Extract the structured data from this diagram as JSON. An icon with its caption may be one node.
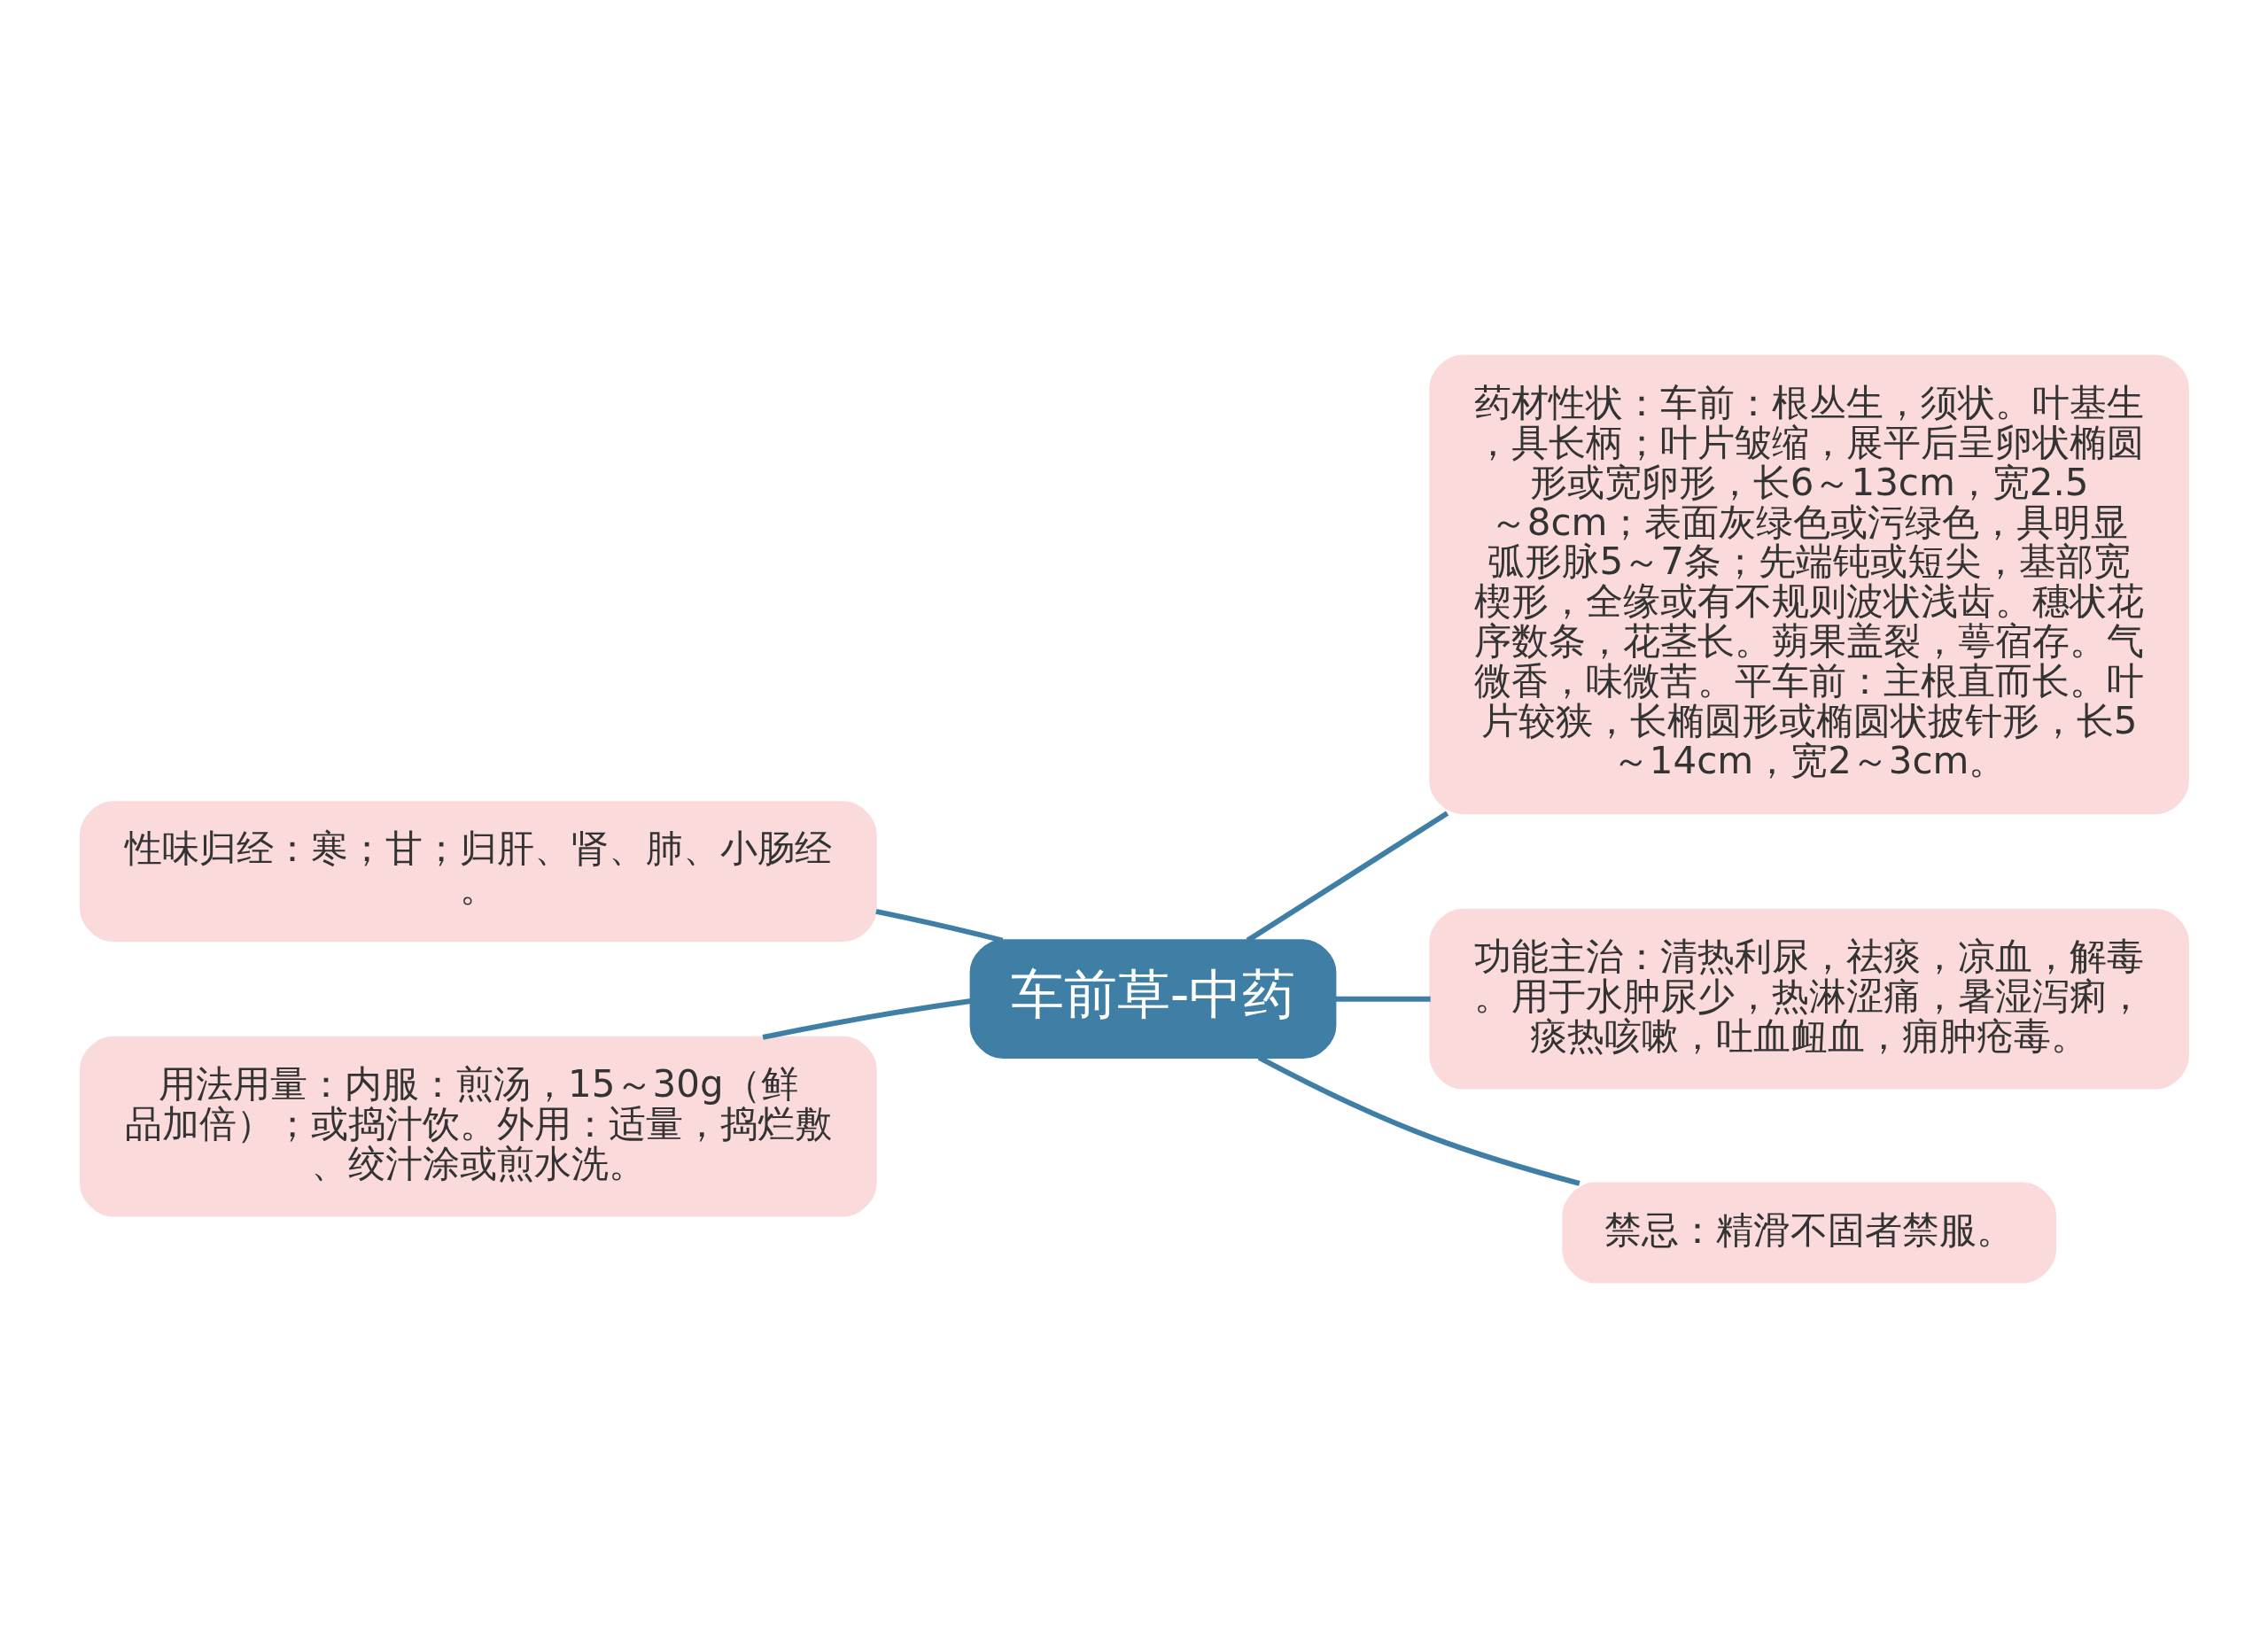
{
  "diagram": {
    "nodes": [
      {
        "text": [
          "车前草-中药"
        ]
      },
      {
        "text": [
          "性味归经：寒；甘；归肝、肾、肺、小肠经。"
        ]
      },
      {
        "text": [
          "用法用量：内服：煎汤，15～30g（鲜品加倍）；或捣汁饮。外用：适量，捣烂敷、绞汁涂或煎水洗。"
        ]
      },
      {
        "text": [
          "药材性状：车前：根丛生，须状。叶基生，具长柄；叶片皱缩，展平后呈卵状椭圆形或宽卵形，长6～13cm，宽2.5～8cm；表面灰绿色或污绿色，具明显弧形脉5～7条；先端钝或短尖，基部宽楔形，全缘或有不规则波状浅齿。穗状花序数条，花茎长。蒴果盖裂，萼宿存。气微香，味微苦。平车前：主根直而长。叶片较狭，长椭圆形或椭圆状披针形，长5～14cm，宽2～3cm。"
        ]
      },
      {
        "text": [
          "功能主治：清热利尿，祛痰，凉血，解毒。用于水肿尿少，热淋涩痛，暑湿泻痢，痰热咳嗽，吐血衄血，痈肿疮毒。"
        ]
      },
      {
        "text": [
          "禁忌：精滑不固者禁服。"
        ]
      }
    ],
    "edges": [
      {
        "from": 0,
        "to": 1,
        "arrow": "none"
      },
      {
        "from": 0,
        "to": 2,
        "arrow": "none"
      },
      {
        "from": 0,
        "to": 3,
        "arrow": "none"
      },
      {
        "from": 0,
        "to": 4,
        "arrow": "none"
      },
      {
        "from": 0,
        "to": 5,
        "arrow": "none"
      }
    ]
  }
}
